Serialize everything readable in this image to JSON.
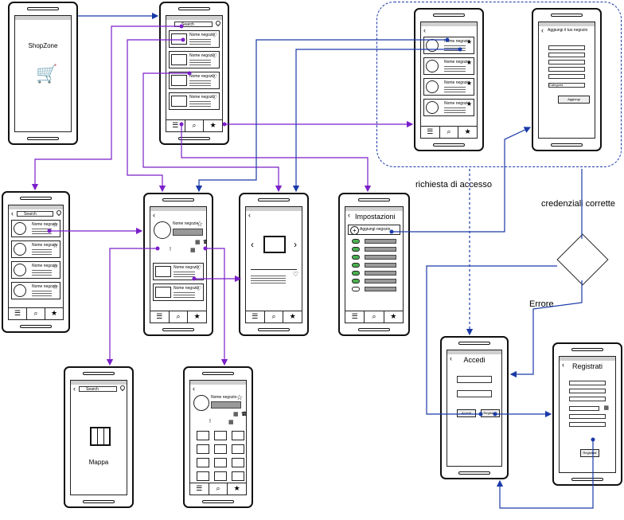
{
  "splash": {
    "title": "ShopZone"
  },
  "common": {
    "search_placeholder": "Search",
    "store_name": "Nome negozio",
    "nav_menu_icon": "menu-icon",
    "nav_search_icon": "search-icon",
    "nav_star_icon": "star-icon"
  },
  "settings": {
    "title": "Impostazioni",
    "add_store": "Aggiungi negozio"
  },
  "add_store": {
    "title": "Aggiungi il tuo negozio",
    "category": "Categoria",
    "submit": "Aggiungi"
  },
  "map": {
    "title": "Mappa"
  },
  "login": {
    "title": "Accedi",
    "login_btn": "Accedi",
    "register_btn": "Registrati"
  },
  "register": {
    "title": "Registrati",
    "submit": "Registrati"
  },
  "labels": {
    "access_request": "richiesta di accesso",
    "credentials_ok": "credenziali corrette",
    "error": "Errore"
  },
  "colors": {
    "purple": "#7a1fc9",
    "blue": "#1a3aa8",
    "screen_border": "#222222"
  }
}
